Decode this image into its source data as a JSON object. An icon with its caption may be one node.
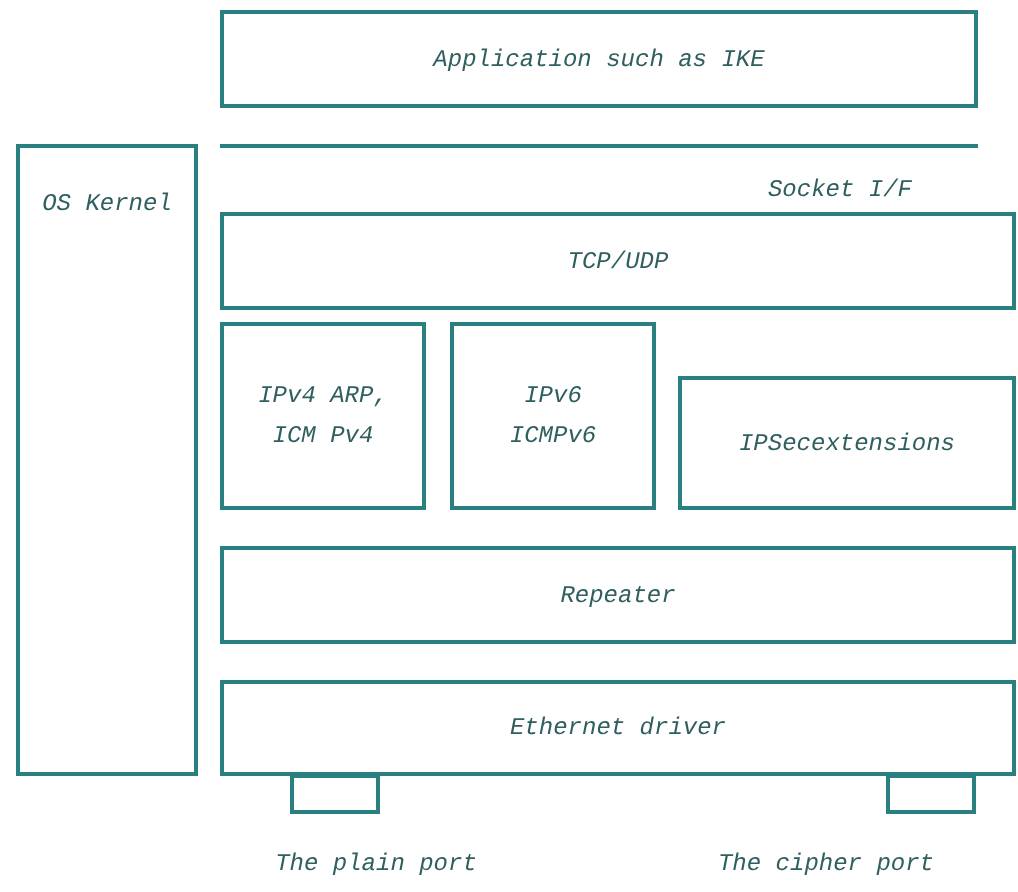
{
  "diagram": {
    "nodes": [
      {
        "text": [
          "Application such as IKE"
        ]
      },
      {
        "text": [
          "OS Kernel"
        ]
      },
      {
        "text": [
          "TCP/UDP"
        ]
      },
      {
        "text": [
          "IPv4 ARP, ICM Pv4"
        ]
      },
      {
        "text": [
          "IPv6 ICMPv6"
        ]
      },
      {
        "text": [
          "IPSecextensions"
        ]
      },
      {
        "text": [
          "Repeater"
        ]
      },
      {
        "text": [
          "Ethernet driver"
        ]
      },
      {
        "text": [],
        "shape": "box",
        "beside": [
          "The plain port"
        ]
      },
      {
        "text": [],
        "shape": "box",
        "beside": [
          "The cipher port"
        ]
      }
    ],
    "labels": [
      "Socket I/F"
    ]
  }
}
